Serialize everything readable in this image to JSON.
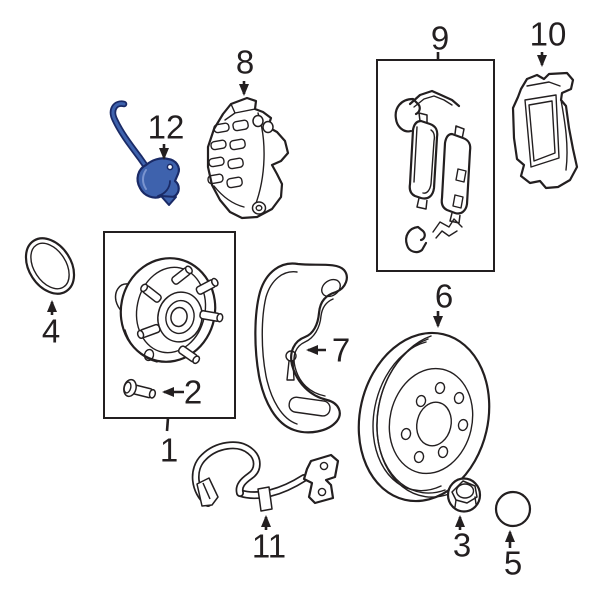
{
  "diagram": {
    "background": "#ffffff",
    "ink_color": "#231f20",
    "highlight_fill": "#3e62ad",
    "highlight_outline": "#1a2a66",
    "highlighted_callout": "12",
    "callouts": [
      "1",
      "2",
      "3",
      "4",
      "5",
      "6",
      "7",
      "8",
      "9",
      "10",
      "11",
      "12"
    ]
  }
}
